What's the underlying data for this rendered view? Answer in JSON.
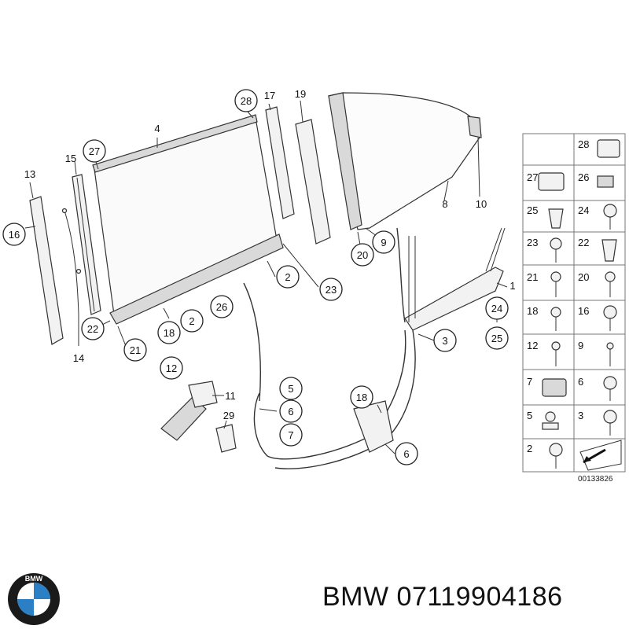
{
  "callouts": {
    "c4": "4",
    "c17": "17",
    "c19": "19",
    "c28a": "28",
    "c27a": "27",
    "c15": "15",
    "c13": "13",
    "c16a": "16",
    "c14": "14",
    "c22a": "22",
    "c21a": "21",
    "c18a": "18",
    "c2a": "2",
    "c2b": "2",
    "c26a": "26",
    "c23a": "23",
    "c20a": "20",
    "c9a": "9",
    "c8": "8",
    "c10": "10",
    "c1": "1",
    "c24a": "24",
    "c25a": "25",
    "c3a": "3",
    "c12a": "12",
    "c11": "11",
    "c29": "29",
    "c5a": "5",
    "c6a": "6",
    "c7a": "7",
    "c18b": "18",
    "c6b": "6"
  },
  "legend": {
    "cells": [
      "28",
      "27",
      "26",
      "25",
      "24",
      "23",
      "22",
      "21",
      "20",
      "18",
      "16",
      "12",
      "9",
      "7",
      "6",
      "5",
      "3",
      "2"
    ],
    "drawing_code": "00133826"
  },
  "brand": {
    "logo_text": "BMW",
    "part_number": "BMW 07119904186"
  }
}
